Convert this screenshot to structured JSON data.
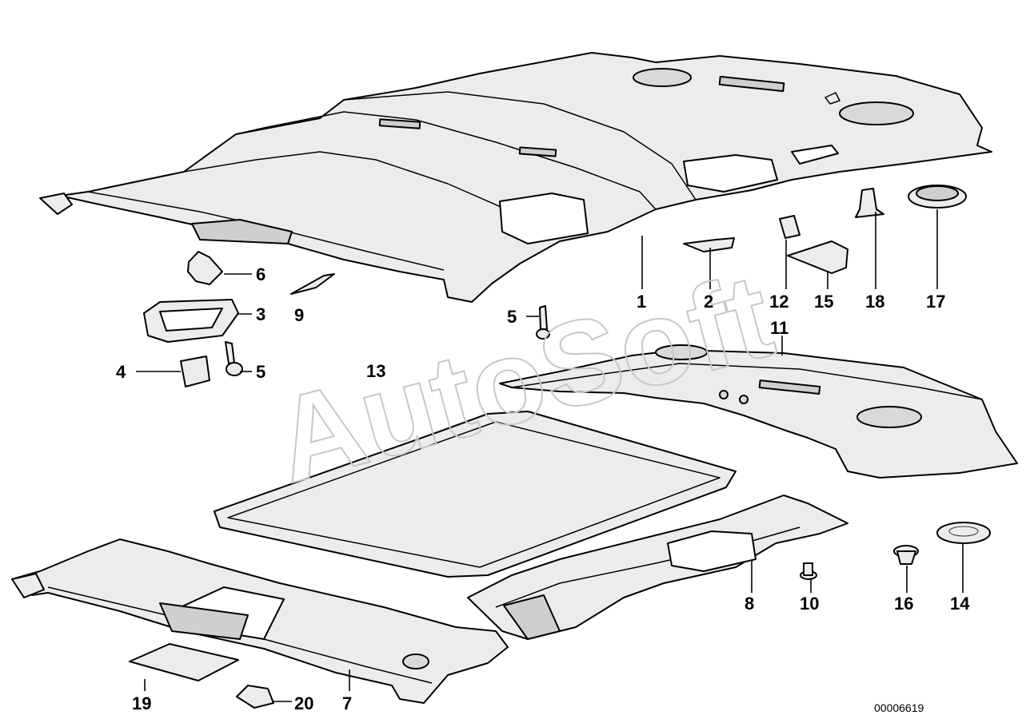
{
  "watermark": "AutoSoft",
  "document_id": "00006619",
  "callouts": {
    "c1": "1",
    "c2": "2",
    "c3": "3",
    "c4": "4",
    "c5a": "5",
    "c5b": "5",
    "c6": "6",
    "c7": "7",
    "c8": "8",
    "c9": "9",
    "c10": "10",
    "c11": "11",
    "c12": "12",
    "c13": "13",
    "c14": "14",
    "c15": "15",
    "c16": "16",
    "c17": "17",
    "c18": "18",
    "c19": "19",
    "c20": "20"
  }
}
